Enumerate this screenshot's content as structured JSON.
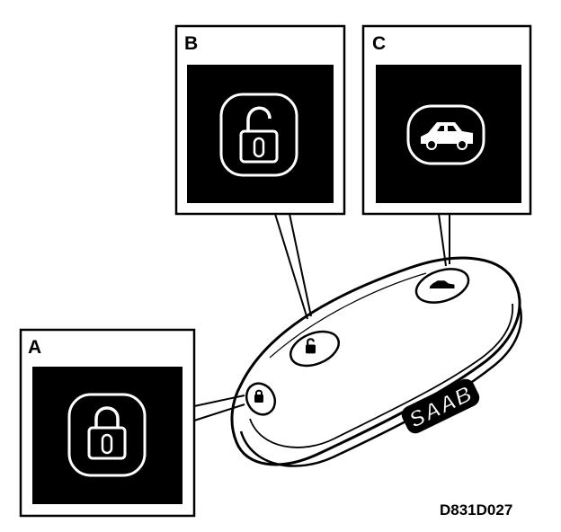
{
  "callouts": [
    {
      "letter": "A",
      "icon": "padlock-locked-icon",
      "meaning": "lock"
    },
    {
      "letter": "B",
      "icon": "padlock-unlocked-icon",
      "meaning": "unlock"
    },
    {
      "letter": "C",
      "icon": "car-trunk-icon",
      "meaning": "trunk"
    }
  ],
  "remote": {
    "brand": "SAAB"
  },
  "figure_code": "D831D027",
  "colors": {
    "ink": "#000000",
    "paper": "#ffffff"
  }
}
